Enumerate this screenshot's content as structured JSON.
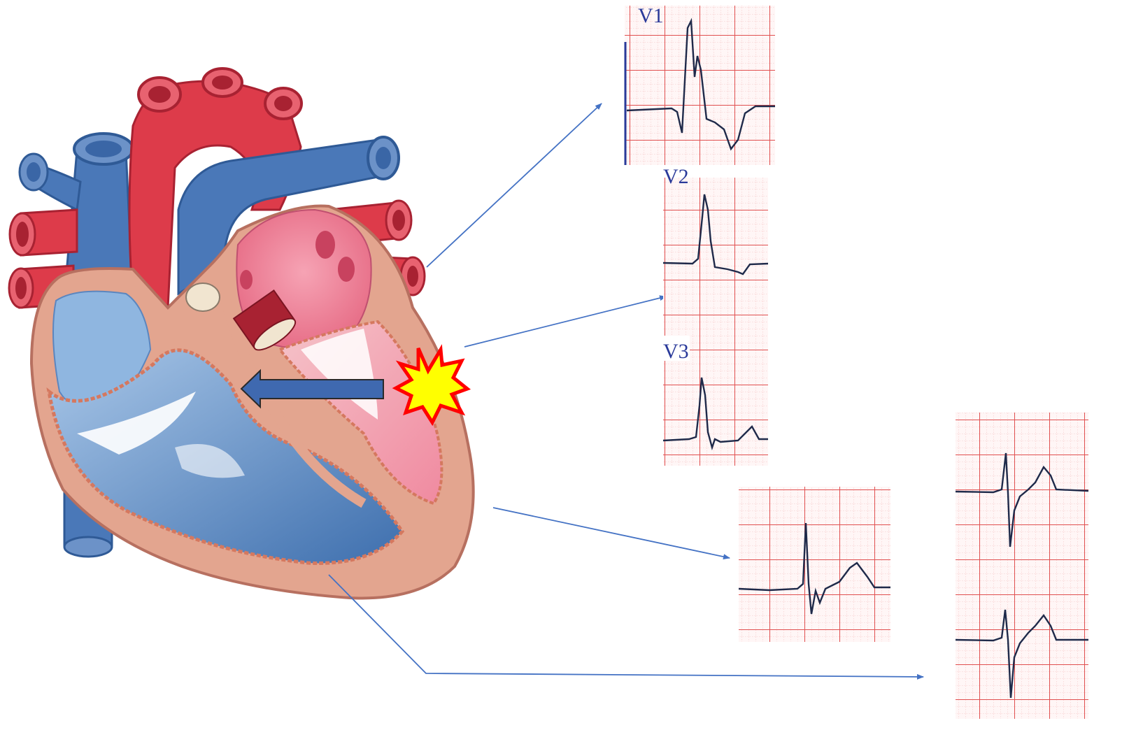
{
  "ecg_panels": [
    {
      "label": "V1"
    },
    {
      "label": "V2"
    },
    {
      "label": "V3"
    },
    {
      "label": ""
    },
    {
      "label": ""
    }
  ],
  "colors": {
    "arrow": "#4472c4",
    "artery": "#dd3b4a",
    "vein": "#4a78b8",
    "myocardium": "#e3a58f",
    "ecg_grid": "#e05050",
    "ecg_trace": "#1f2a4a",
    "burst_fill": "#ffff00",
    "burst_stroke": "#ff0000",
    "septal_arrow": "#3f69b0"
  },
  "icons": [
    "heart-cross-section",
    "explosion-icon",
    "left-arrow-icon"
  ]
}
